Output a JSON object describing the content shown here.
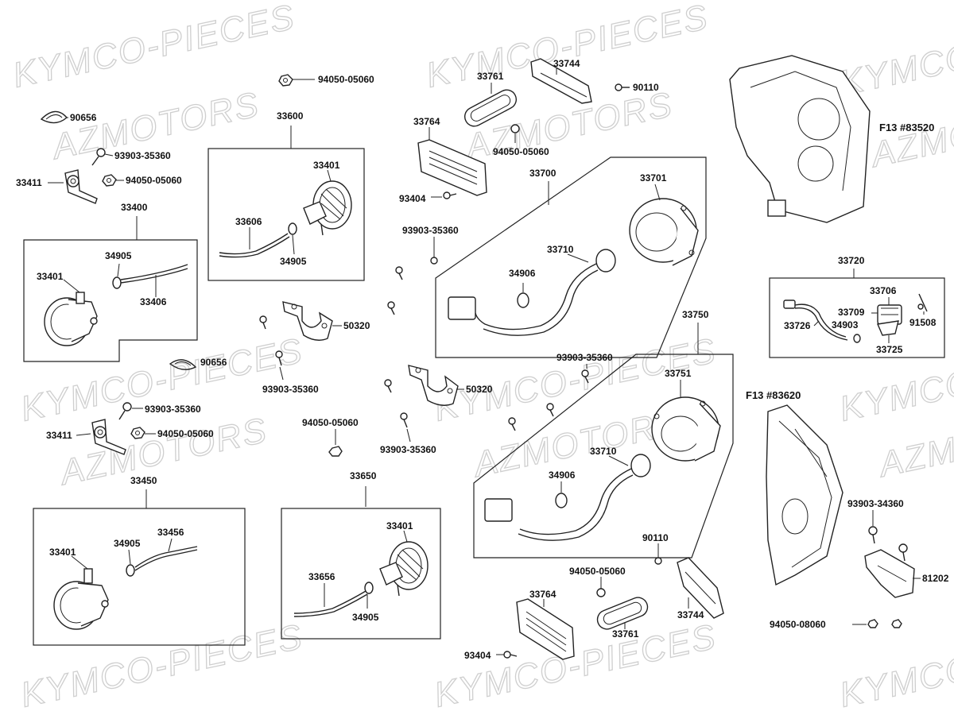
{
  "watermark": {
    "line1": "KYMCO-PIECES",
    "line2": "AZMOTORS"
  },
  "groups": {
    "g33600": "33600",
    "g33400": "33400",
    "g33450": "33450",
    "g33650": "33650",
    "g33700": "33700",
    "g33750": "33750",
    "g33720": "33720"
  },
  "refs": {
    "f13a": "F13 #83520",
    "f13b": "F13 #83620"
  },
  "labels": {
    "l90656a": "90656",
    "l93903a": "93903-35360",
    "l33411a": "33411",
    "l94050a": "94050-05060",
    "l33401a": "33401",
    "l34905a": "34905",
    "l33406": "33406",
    "l90656b": "90656",
    "l93903b": "93903-35360",
    "l33411b": "33411",
    "l94050b": "94050-05060",
    "l33401b": "33401",
    "l34905b": "34905",
    "l33456": "33456",
    "l94050top": "94050-05060",
    "l33401c": "33401",
    "l33606": "33606",
    "l34905c": "34905",
    "l50320a": "50320",
    "l93903c": "93903-35360",
    "l94050mid": "94050-05060",
    "l33401d": "33401",
    "l33656": "33656",
    "l34905d": "34905",
    "l33764a": "33764",
    "l33761a": "33761",
    "l33744a": "33744",
    "l90110a": "90110",
    "l94050e": "94050-05060",
    "l93404a": "93404",
    "l93903d": "93903-35360",
    "l33701": "33701",
    "l33710a": "33710",
    "l34906a": "34906",
    "l50320b": "50320",
    "l93903e": "93903-35360",
    "l93903f": "93903-35360",
    "l33751": "33751",
    "l33710b": "33710",
    "l34906b": "34906",
    "l90110b": "90110",
    "l94050f": "94050-05060",
    "l33764b": "33764",
    "l33761b": "33761",
    "l33744b": "33744",
    "l93404b": "93404",
    "l33706": "33706",
    "l33709": "33709",
    "l33726": "33726",
    "l34903": "34903",
    "l91508": "91508",
    "l33725": "33725",
    "l93903g": "93903-34360",
    "l81202": "81202",
    "l94050g": "94050-08060"
  }
}
